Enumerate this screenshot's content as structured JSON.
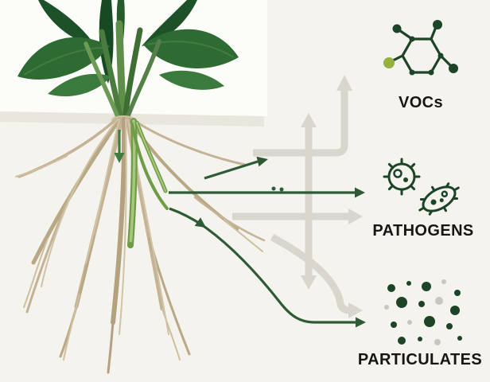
{
  "targets": [
    {
      "id": "vocs",
      "label": "VOCs",
      "icon": "molecule-icon"
    },
    {
      "id": "pathogens",
      "label": "PATHOGENS",
      "icon": "pathogens-icon"
    },
    {
      "id": "particulates",
      "label": "PARTICULATES",
      "icon": "particulates-icon"
    }
  ],
  "arrows": {
    "green": [
      {
        "from": "roots",
        "direction": "down-into-roots"
      },
      {
        "from": "roots",
        "to": "upper-flow",
        "shape": "short-curve-right"
      },
      {
        "from": "roots",
        "to": "pathogens",
        "shape": "straight-right"
      },
      {
        "from": "roots",
        "to": "particulates",
        "shape": "curve-down-right"
      }
    ],
    "gray": [
      {
        "from": "root-zone",
        "to": "vocs",
        "shape": "right-then-up"
      },
      {
        "from": "middle-row",
        "direction": "up-and-down",
        "shape": "vertical"
      },
      {
        "from": "root-zone",
        "to": "pathogens",
        "shape": "straight-right"
      },
      {
        "from": "root-zone",
        "to": "particulates",
        "shape": "curve-down-right"
      }
    ]
  },
  "colors": {
    "background": "#f4f3ee",
    "sky": "#fcfcf9",
    "soil_band": "#e8e6dd",
    "green_arrow": "#2e5a35",
    "gray_arrow": "#d8d6cd",
    "icon_green": "#1d4427",
    "icon_light_green": "#96b13c",
    "leaf_dark": "#1d5128",
    "leaf_mid": "#2e6b33",
    "root_tan": "#c4b394",
    "label_text": "#161616"
  }
}
